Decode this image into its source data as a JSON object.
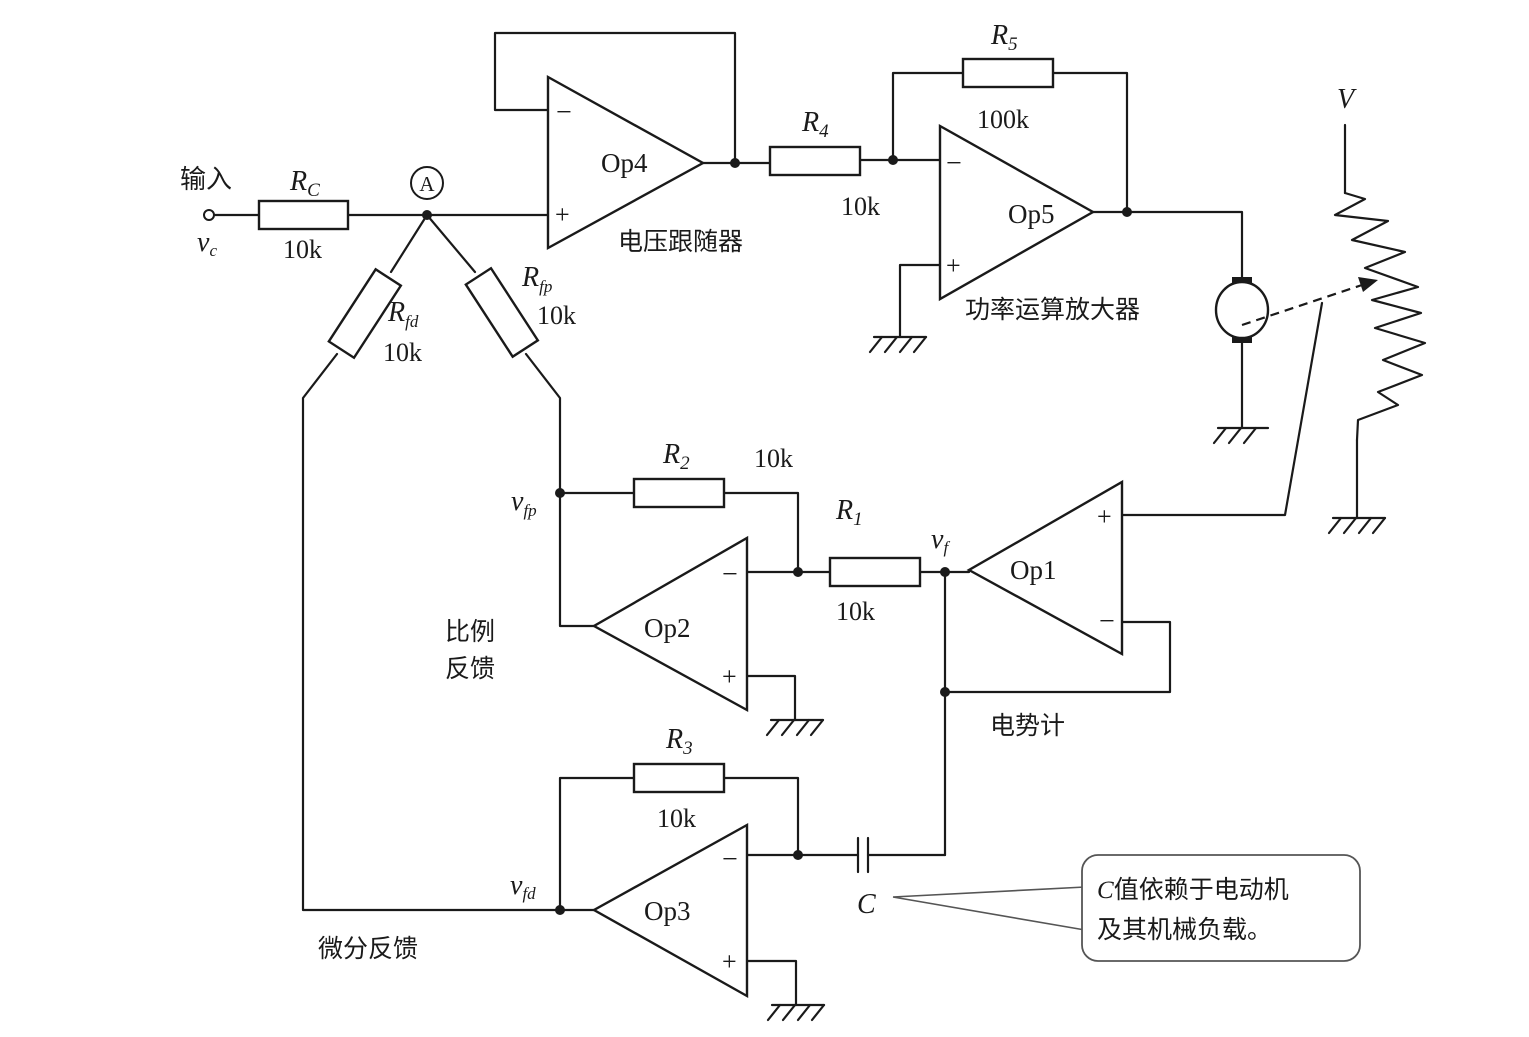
{
  "diagram": {
    "input_label": "输入",
    "vc": "v",
    "vc_sub": "c",
    "node_A": "A",
    "rc": {
      "name": "R",
      "sub": "C",
      "value": "10k"
    },
    "rfd": {
      "name": "R",
      "sub": "fd",
      "value": "10k"
    },
    "rfp": {
      "name": "R",
      "sub": "fp",
      "value": "10k"
    },
    "r1": {
      "name": "R",
      "sub": "1",
      "value": "10k"
    },
    "r2": {
      "name": "R",
      "sub": "2",
      "value": "10k"
    },
    "r3": {
      "name": "R",
      "sub": "3",
      "value": "10k"
    },
    "r4": {
      "name": "R",
      "sub": "4",
      "value": "10k"
    },
    "r5": {
      "name": "R",
      "sub": "5",
      "value": "100k"
    },
    "op1": "Op1",
    "op2": "Op2",
    "op3": "Op3",
    "op4": "Op4",
    "op5": "Op5",
    "minus": "−",
    "plus": "+",
    "voltage_follower": "电压跟随器",
    "power_amp": "功率运算放大器",
    "proportional_fb_1": "比例",
    "proportional_fb_2": "反馈",
    "differential_fb": "微分反馈",
    "potentiometer": "电势计",
    "vfp": "v",
    "vfp_sub": "fp",
    "vfd": "v",
    "vfd_sub": "fd",
    "vf": "v",
    "vf_sub": "f",
    "supply_V": "V",
    "capacitor": "C",
    "note_c": "C",
    "note_line1": "值依赖于电动机",
    "note_line2": "及其机械负载。"
  }
}
